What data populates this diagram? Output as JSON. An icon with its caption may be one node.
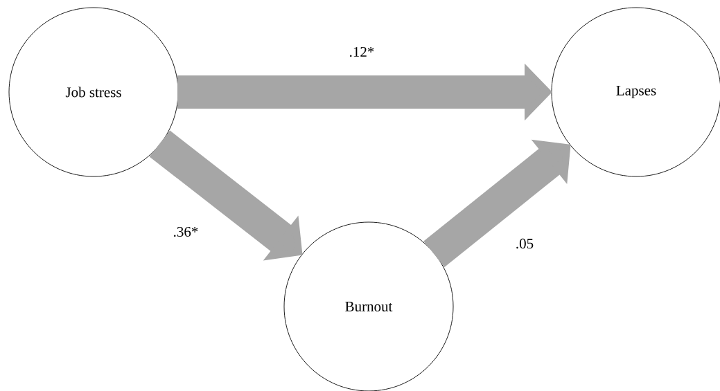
{
  "diagram": {
    "nodes": [
      {
        "text": [
          "Job stress"
        ]
      },
      {
        "text": [
          "Lapses"
        ]
      },
      {
        "text": [
          "Burnout"
        ]
      }
    ],
    "edges": [
      {
        "from": 0,
        "to": 1,
        "arrow": "to",
        "label": ".12*"
      },
      {
        "from": 0,
        "to": 2,
        "arrow": "to",
        "label": ".36*"
      },
      {
        "from": 2,
        "to": 1,
        "arrow": "to",
        "label": ".05"
      }
    ]
  }
}
